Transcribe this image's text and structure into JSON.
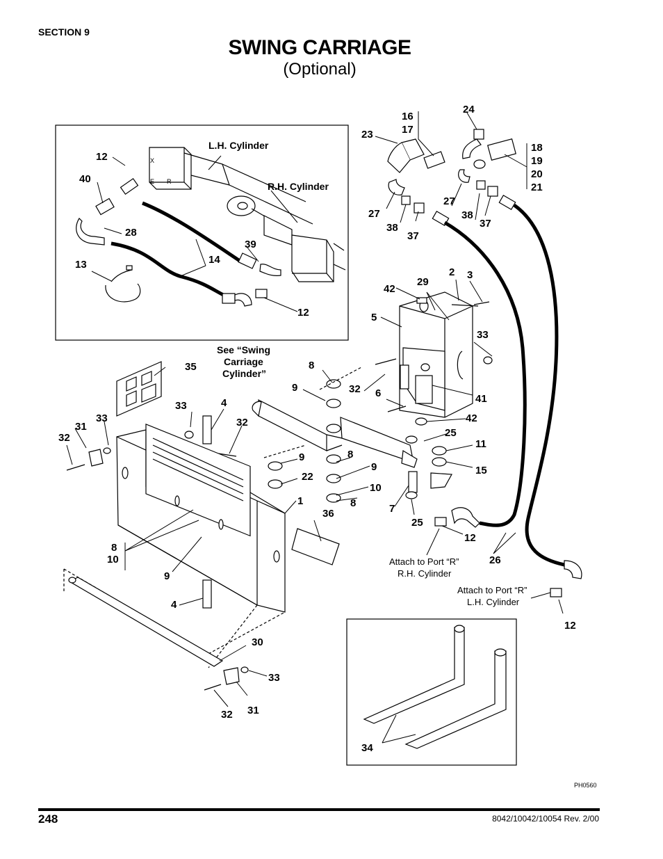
{
  "header": {
    "section": "SECTION 9",
    "title": "SWING CARRIAGE",
    "subtitle": "(Optional)"
  },
  "callouts": {
    "lh_cylinder": "L.H. Cylinder",
    "rh_cylinder": "R.H. Cylinder",
    "see_swing_1": "See “Swing",
    "see_swing_2": "Carriage",
    "see_swing_3": "Cylinder”",
    "attach_r_rh_1": "Attach to Port “R”",
    "attach_r_rh_2": "R.H. Cylinder",
    "attach_r_lh_1": "Attach to Port “R”",
    "attach_r_lh_2": "L.H. Cylinder",
    "port_x": "X",
    "port_e": "E",
    "port_r": "R"
  },
  "part_numbers": {
    "n1": "1",
    "n2": "2",
    "n3": "3",
    "n4a": "4",
    "n4b": "4",
    "n5": "5",
    "n6": "6",
    "n7": "7",
    "n8a": "8",
    "n8b": "8",
    "n8c": "8",
    "n8d": "8",
    "n9a": "9",
    "n9b": "9",
    "n9c": "9",
    "n9d": "9",
    "n10a": "10",
    "n10b": "10",
    "n11": "11",
    "n12a": "12",
    "n12b": "12",
    "n12c": "12",
    "n12d": "12",
    "n13": "13",
    "n14": "14",
    "n15": "15",
    "n16": "16",
    "n17": "17",
    "n18": "18",
    "n19": "19",
    "n20": "20",
    "n21": "21",
    "n22": "22",
    "n23": "23",
    "n24": "24",
    "n25a": "25",
    "n25b": "25",
    "n26": "26",
    "n27a": "27",
    "n27b": "27",
    "n28": "28",
    "n29": "29",
    "n30": "30",
    "n31a": "31",
    "n31b": "31",
    "n32a": "32",
    "n32b": "32",
    "n32c": "32",
    "n32d": "32",
    "n33a": "33",
    "n33b": "33",
    "n33c": "33",
    "n33d": "33",
    "n34": "34",
    "n35": "35",
    "n36": "36",
    "n37a": "37",
    "n37b": "37",
    "n38a": "38",
    "n38b": "38",
    "n39": "39",
    "n40": "40",
    "n41": "41",
    "n42a": "42",
    "n42b": "42"
  },
  "figure_code": "PH0560",
  "footer": {
    "page_number": "248",
    "revision": "8042/10042/10054 Rev. 2/00"
  }
}
